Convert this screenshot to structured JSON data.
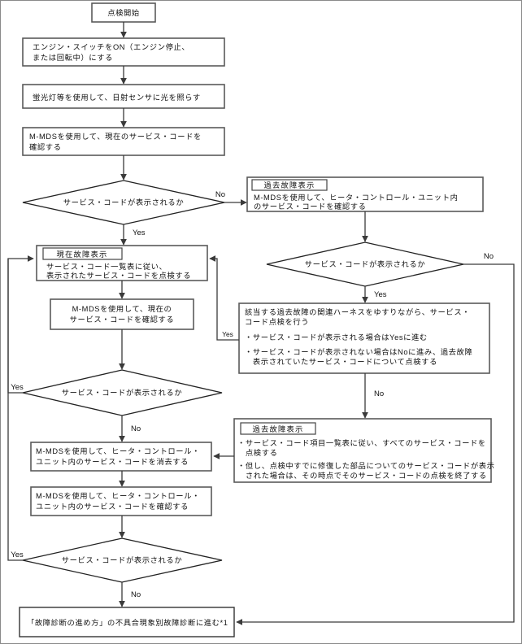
{
  "diagram": {
    "title": "点検開始フローチャート",
    "type": "flowchart",
    "nodes": {
      "start": {
        "label": "点検開始"
      },
      "step_engine_switch": {
        "line1": "エンジン・スイッチをON（エンジン停止、",
        "line2": "または回転中）にする"
      },
      "step_light": {
        "line1": "蛍光灯等を使用して、日射センサに光を照らす"
      },
      "step_check_current_code": {
        "line1": "M-MDSを使用して、現在のサービス・コードを",
        "line2": "確認する"
      },
      "decision_1": {
        "label": "サービス・コードが表示されるか"
      },
      "past_fault_check": {
        "tag": "過去故障表示",
        "line1": "M-MDSを使用して、ヒータ・コントロール・ユニット内",
        "line2": "のサービス・コードを確認する"
      },
      "decision_2": {
        "label": "サービス・コードが表示されるか"
      },
      "current_fault_display": {
        "tag": "現在故障表示",
        "line1": "サービス・コード一覧表に従い、",
        "line2": "表示されたサービス・コードを点検する"
      },
      "harness_shake": {
        "line1": "該当する過去故障の関連ハーネスをゆすりながら、サービス・",
        "line2": "コード点検を行う",
        "bullet1": "・サービス・コードが表示される場合はYesに進む",
        "bullet2": "・サービス・コードが表示されない場合はNoに進み、過去故障",
        "bullet2b": "　表示されていたサービス・コードについて点検する"
      },
      "confirm_current_code": {
        "line1": "M-MDSを使用して、現在の",
        "line2": "サービス・コードを確認する"
      },
      "decision_3": {
        "label": "サービス・コードが表示されるか"
      },
      "past_fault_list": {
        "tag": "過去故障表示",
        "bullet1": "・サービス・コード項目一覧表に従い、すべてのサービス・コードを",
        "bullet1b": "　点検する",
        "bullet2": "・但し、点検中すでに修復した部品についてのサービス・コードが表示",
        "bullet2b": "　された場合は、その時点でそのサービス・コードの点検を終了する"
      },
      "erase_codes": {
        "line1": "M-MDSを使用して、ヒータ・コントロール・",
        "line2": "ユニット内のサービス・コードを消去する"
      },
      "recheck_codes": {
        "line1": "M-MDSを使用して、ヒータ・コントロール・",
        "line2": "ユニット内のサービス・コードを確認する"
      },
      "decision_4": {
        "label": "サービス・コードが表示されるか"
      },
      "end": {
        "label": "「故障診断の進め方」の不具合現象別故障診断に進む*1"
      }
    },
    "edge_labels": {
      "d1_no": "No",
      "d1_yes": "Yes",
      "d2_no": "No",
      "d2_yes": "Yes",
      "harness_yes": "Yes",
      "harness_no": "No",
      "d3_yes": "Yes",
      "d3_no": "No",
      "d4_yes": "Yes",
      "d4_no": "No"
    },
    "colors": {
      "box_stroke": "#5a5a5a",
      "line_stroke": "#3a3a3a",
      "text": "#111111",
      "background": "#ffffff"
    }
  }
}
